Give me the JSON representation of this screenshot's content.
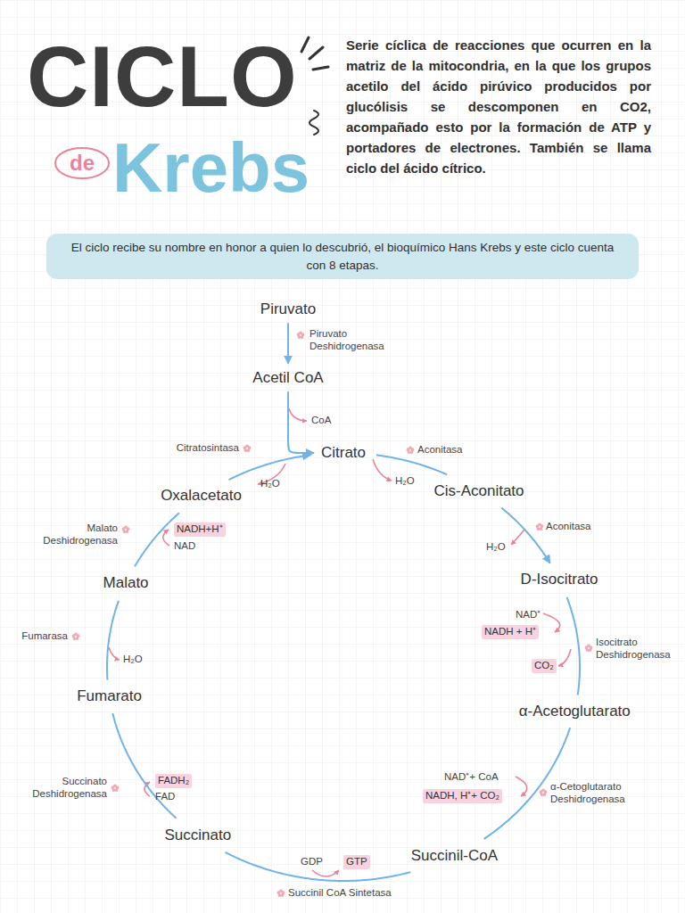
{
  "diagram": {
    "title": "CICLO",
    "nodes": [
      {
        "text": [
          "El ciclo recibe su nombre en honor a quien lo descubrió, el bioquímico Hans Krebs y este ciclo cuenta con 8 etapas."
        ]
      },
      {
        "text": [
          "Piruvato"
        ]
      },
      {
        "text": [
          "Acetil CoA"
        ]
      },
      {
        "text": [
          "Citrato"
        ]
      },
      {
        "text": [
          "Cis-Aconitato"
        ]
      },
      {
        "text": [
          "D-Isocitrato"
        ]
      },
      {
        "text": [
          "α-Acetoglutarato"
        ]
      },
      {
        "text": [
          "Succinil-CoA"
        ]
      },
      {
        "text": [
          "Succinato"
        ]
      },
      {
        "text": [
          "Fumarato"
        ]
      },
      {
        "text": [
          "Malato"
        ]
      },
      {
        "text": [
          "Oxalacetato"
        ]
      }
    ],
    "edges": [
      {
        "from": 1,
        "to": 2,
        "arrow": "to"
      },
      {
        "from": 2,
        "to": 3,
        "arrow": "to"
      },
      {
        "from": 3,
        "to": 4,
        "arrow": "none"
      },
      {
        "from": 4,
        "to": 5,
        "arrow": "to"
      },
      {
        "from": 5,
        "to": 6,
        "arrow": "none"
      },
      {
        "from": 6,
        "to": 7,
        "arrow": "none"
      },
      {
        "from": 7,
        "to": 8,
        "arrow": "none"
      },
      {
        "from": 8,
        "to": 9,
        "arrow": "none"
      },
      {
        "from": 9,
        "to": 10,
        "arrow": "none"
      },
      {
        "from": 10,
        "to": 11,
        "arrow": "none"
      },
      {
        "from": 11,
        "to": 3,
        "arrow": "to"
      }
    ],
    "labels": [
      "de",
      "Krebs",
      "Serie cíclica de reacciones que ocurren en la matriz de la mitocondria, en la que los grupos acetilo del ácido pirúvico producidos por glucólisis se descomponen en CO2, acompañado esto por la formación de ATP y portadores de electrones. También se llama ciclo del ácido cítrico.",
      "Piruvato Deshidrogenasa",
      "CoA",
      "Citratosintasa",
      "H₂O",
      "Aconitasa",
      "H₂O",
      "Aconitasa",
      "H₂O",
      "NAD⁺",
      "NADH + H⁺",
      "Isocitrato Deshidrogenasa",
      "CO₂",
      "NAD⁺+ CoA",
      "NADH, H⁺+ CO₂",
      "α-Cetoglutarato Deshidrogenasa",
      "GDP",
      "GTP",
      "Succinil CoA Sintetasa",
      "FADH₂",
      "FAD",
      "Succinato Deshidrogenasa",
      "Fumarasa",
      "H₂O",
      "Malato Deshidrogenasa",
      "NADH+H⁺",
      "NAD"
    ]
  }
}
